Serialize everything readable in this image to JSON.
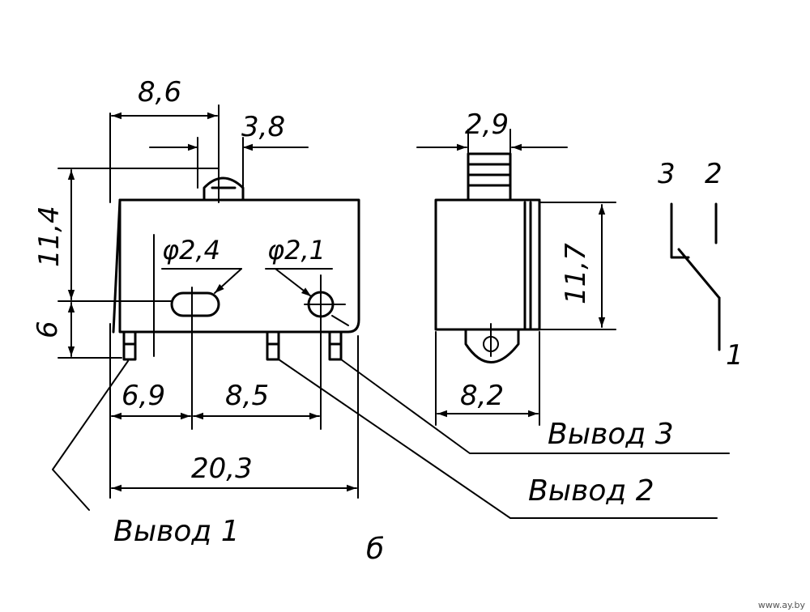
{
  "dimensions": {
    "d_8_6": "8,6",
    "d_3_8": "3,8",
    "d_11_4": "11,4",
    "d_6": "6",
    "d_phi_2_4": "φ2,4",
    "d_phi_2_1": "φ2,1",
    "d_6_9": "6,9",
    "d_8_5": "8,5",
    "d_20_3": "20,3",
    "d_2_9": "2,9",
    "d_11_7": "11,7",
    "d_8_2": "8,2"
  },
  "labels": {
    "terminal_1": "Вывод 1",
    "terminal_2": "Вывод 2",
    "terminal_3": "Вывод 3",
    "view_letter": "б"
  },
  "schematic": {
    "pin_3": "3",
    "pin_2": "2",
    "pin_1": "1"
  },
  "watermark": "www.ay.by"
}
